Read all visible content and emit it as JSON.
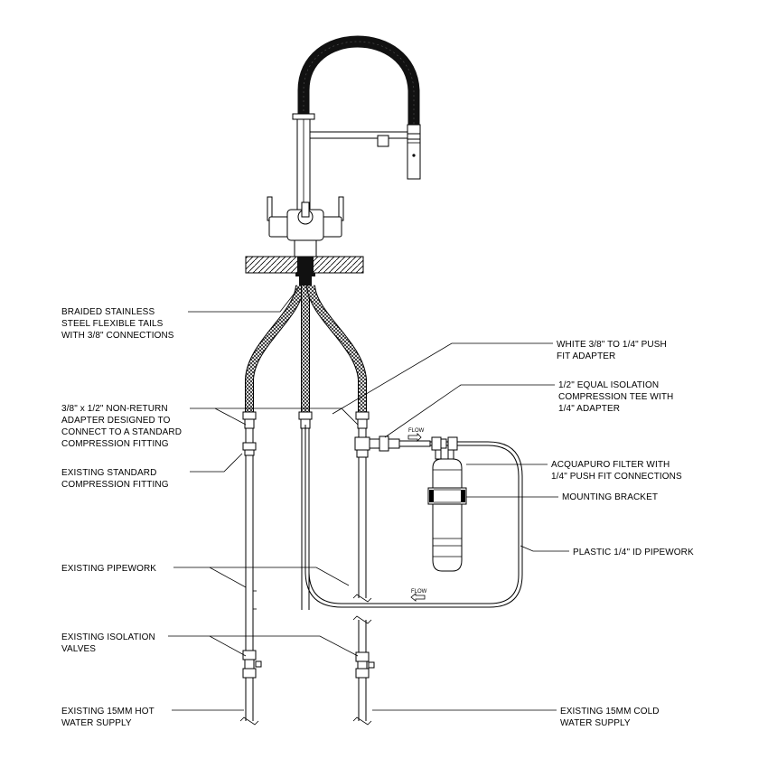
{
  "labels": {
    "braided_tails": [
      "BRAIDED STAINLESS",
      "STEEL FLEXIBLE TAILS",
      "WITH 3/8\" CONNECTIONS"
    ],
    "non_return_adapter": [
      "3/8\" x 1/2\" NON-RETURN",
      "ADAPTER DESIGNED TO",
      "CONNECT TO A STANDARD",
      "COMPRESSION FITTING"
    ],
    "existing_compression": [
      "EXISTING STANDARD",
      "COMPRESSION FITTING"
    ],
    "existing_pipework": [
      "EXISTING PIPEWORK"
    ],
    "isolation_valves": [
      "EXISTING ISOLATION",
      "VALVES"
    ],
    "hot_supply": [
      "EXISTING 15MM HOT",
      "WATER SUPPLY"
    ],
    "white_adapter": [
      "WHITE 3/8\" TO 1/4\" PUSH",
      "FIT ADAPTER"
    ],
    "isolation_tee": [
      "1/2\" EQUAL ISOLATION",
      "COMPRESSION TEE WITH",
      "1/4\" ADAPTER"
    ],
    "filter": [
      "ACQUAPURO FILTER WITH",
      "1/4\" PUSH FIT CONNECTIONS"
    ],
    "bracket": [
      "MOUNTING BRACKET"
    ],
    "plastic_pipework": [
      "PLASTIC 1/4\" ID PIPEWORK"
    ],
    "cold_supply": [
      "EXISTING 15MM COLD",
      "WATER SUPPLY"
    ]
  },
  "flow_labels": [
    "FLOW",
    "FLOW"
  ],
  "colors": {
    "line": "#000000",
    "hose": "#111111",
    "background": "#ffffff"
  }
}
